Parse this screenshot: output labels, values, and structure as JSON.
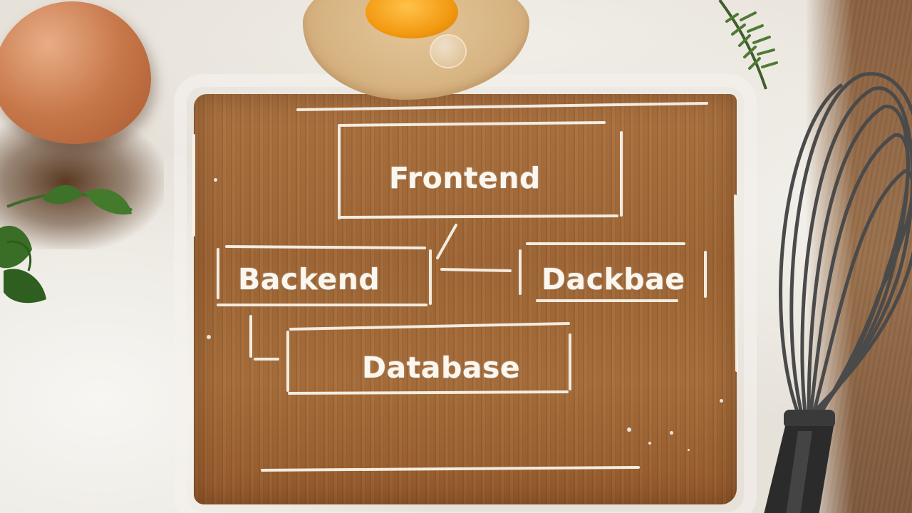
{
  "diagram": {
    "nodes": [
      {
        "id": "frontend",
        "label": "Frontend"
      },
      {
        "id": "backend",
        "label": "Backend"
      },
      {
        "id": "dackbae",
        "label": "Dackbae"
      },
      {
        "id": "database",
        "label": "Database"
      }
    ],
    "edges": [
      {
        "from": "frontend",
        "to": "backend"
      },
      {
        "from": "backend",
        "to": "dackbae"
      },
      {
        "from": "backend",
        "to": "database"
      }
    ]
  },
  "scene": {
    "objects": [
      "egg",
      "cracked-egg",
      "flour",
      "wooden-board",
      "whisk",
      "herbs"
    ],
    "colors": {
      "wood": "#a0693a",
      "flour": "#f2efe9",
      "chalk": "#fbf7ef",
      "yolk": "#f39a12",
      "eggshell": "#c7784a"
    }
  }
}
